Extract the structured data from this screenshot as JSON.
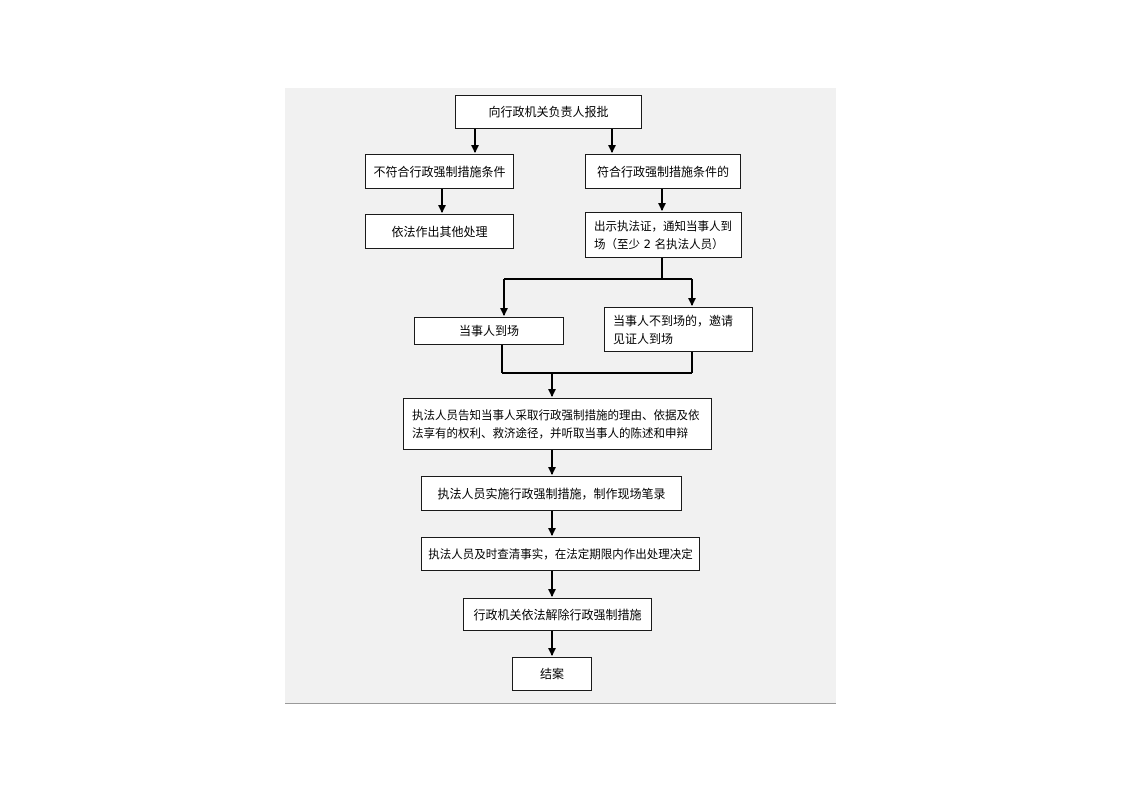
{
  "flowchart": {
    "nodes": [
      {
        "id": "n1",
        "text": "向行政机关负责人报批"
      },
      {
        "id": "n2",
        "text": "不符合行政强制措施条件"
      },
      {
        "id": "n3",
        "text": "符合行政强制措施条件的"
      },
      {
        "id": "n4",
        "text": "依法作出其他处理"
      },
      {
        "id": "n5",
        "text": "出示执法证，通知当事人到场（至少 2 名执法人员）"
      },
      {
        "id": "n6",
        "text": "当事人到场"
      },
      {
        "id": "n7",
        "text": "当事人不到场的，邀请见证人到场"
      },
      {
        "id": "n8",
        "text": "执法人员告知当事人采取行政强制措施的理由、依据及依法享有的权利、救济途径，并听取当事人的陈述和申辩"
      },
      {
        "id": "n9",
        "text": "执法人员实施行政强制措施，制作现场笔录"
      },
      {
        "id": "n10",
        "text": "执法人员及时查清事实，在法定期限内作出处理决定"
      },
      {
        "id": "n11",
        "text": "行政机关依法解除行政强制措施"
      },
      {
        "id": "n12",
        "text": "结案"
      }
    ],
    "edges": [
      {
        "from": "n1",
        "to": "n2"
      },
      {
        "from": "n1",
        "to": "n3"
      },
      {
        "from": "n2",
        "to": "n4"
      },
      {
        "from": "n3",
        "to": "n5"
      },
      {
        "from": "n5",
        "to": "n6"
      },
      {
        "from": "n5",
        "to": "n7"
      },
      {
        "from": "n6",
        "to": "n8"
      },
      {
        "from": "n7",
        "to": "n8"
      },
      {
        "from": "n8",
        "to": "n9"
      },
      {
        "from": "n9",
        "to": "n10"
      },
      {
        "from": "n10",
        "to": "n11"
      },
      {
        "from": "n11",
        "to": "n12"
      }
    ]
  }
}
